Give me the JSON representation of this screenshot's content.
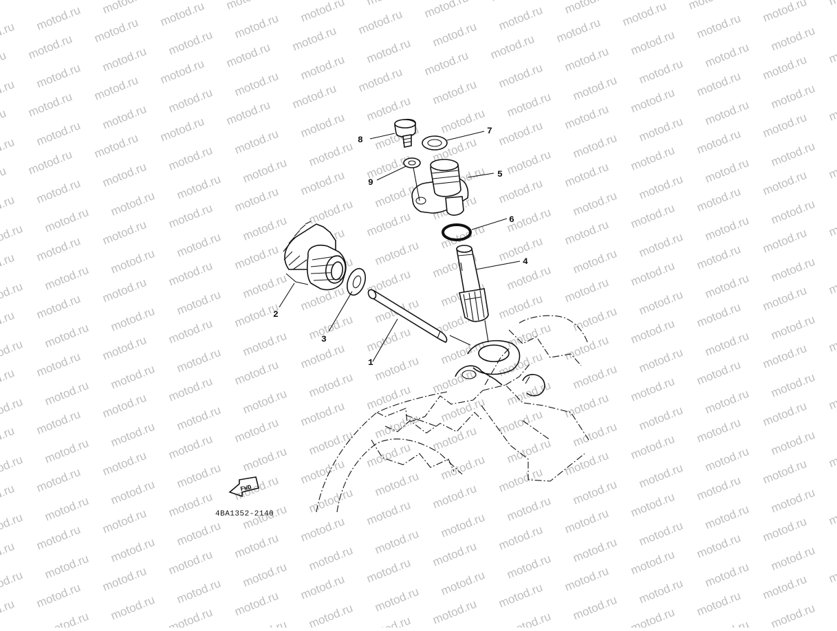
{
  "watermark": {
    "text": "motod.ru"
  },
  "callouts": {
    "c1": "1",
    "c2": "2",
    "c3": "3",
    "c4": "4",
    "c5": "5",
    "c6": "6",
    "c7": "7",
    "c8": "8",
    "c9": "9"
  },
  "fwd_arrow": {
    "label": "FWD"
  },
  "diagram_code": "4BA1352-2140"
}
